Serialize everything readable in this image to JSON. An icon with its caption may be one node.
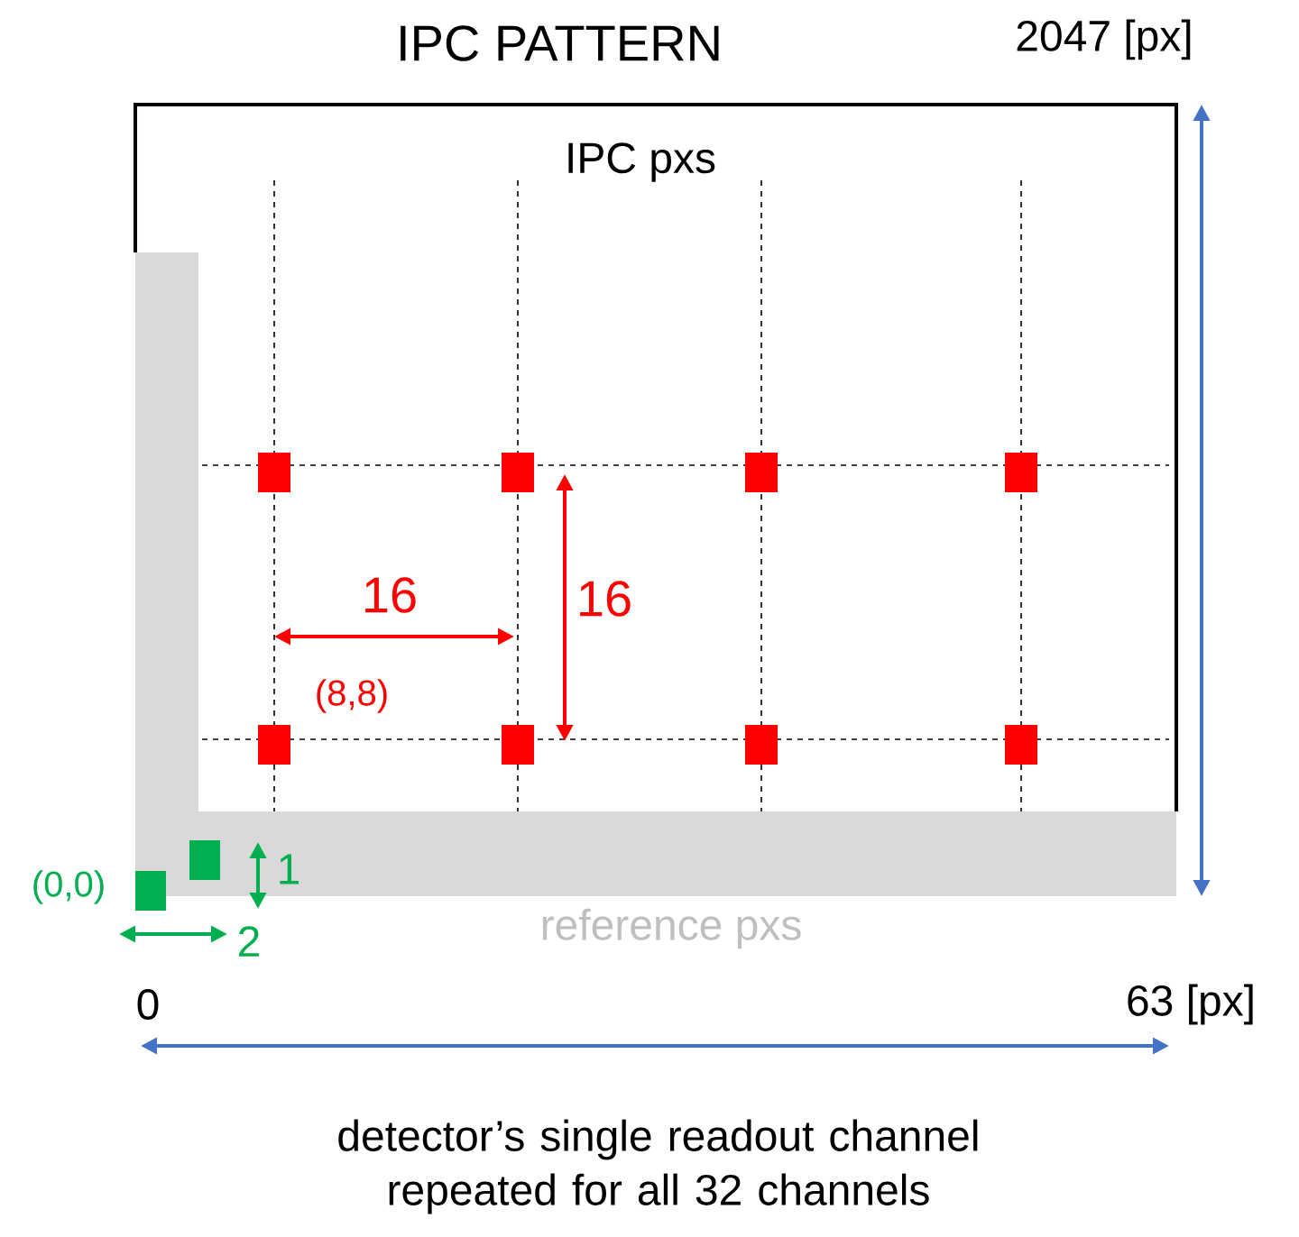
{
  "diagram": {
    "title": "IPC PATTERN",
    "caption": "detector’s single readout channel repeated for all 32 channels",
    "labels": [
      "2047 [px]",
      "IPC pxs",
      "16",
      "16",
      "(8,8)",
      "(0,0)",
      "1",
      "2",
      "reference pxs",
      "0",
      "63 [px]"
    ]
  }
}
